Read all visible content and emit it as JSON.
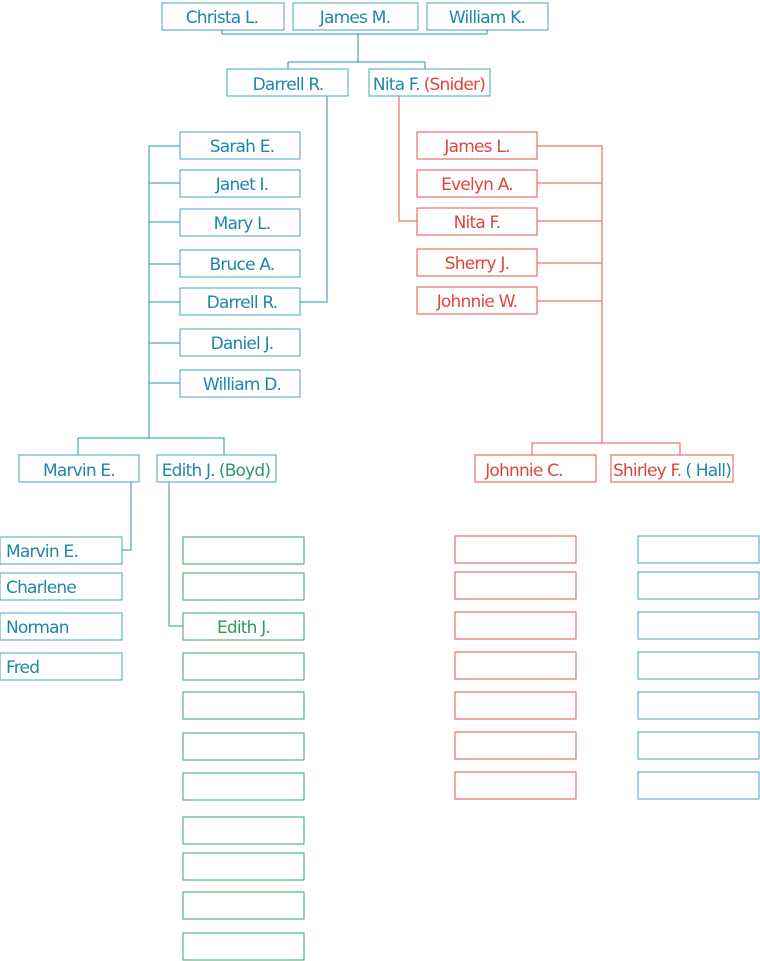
{
  "colors": {
    "teal": "#1f86a8",
    "red": "#e0443e",
    "green": "#2e9a5e"
  },
  "grandparents": {
    "christa": "Christa L.",
    "james": "James M.",
    "william": "William K."
  },
  "parents": {
    "darrell": "Darrell R.",
    "nita": "Nita F.",
    "nita_maiden": "(Snider)"
  },
  "darrell_siblings": [
    "Sarah E.",
    "Janet I.",
    "Mary L.",
    "Bruce A.",
    "Darrell R.",
    "Daniel J.",
    "William D."
  ],
  "nita_siblings": [
    "James L.",
    "Evelyn A.",
    "Nita F.",
    "Sherry J.",
    "Johnnie W."
  ],
  "couple_left": {
    "marvin": "Marvin E.",
    "edith": "Edith J.",
    "edith_maiden": "(Boyd)"
  },
  "couple_right": {
    "johnnie": "Johnnie C.",
    "shirley": "Shirley F.",
    "shirley_maiden": "( Hall)"
  },
  "marvin_siblings": [
    "Marvin E.",
    "Charlene",
    "Norman",
    "Fred"
  ],
  "edith_siblings": [
    "",
    "",
    "Edith J.",
    "",
    "",
    "",
    "",
    "",
    "",
    "",
    ""
  ],
  "johnnie_siblings": [
    "",
    "",
    "",
    "",
    "",
    "",
    ""
  ],
  "shirley_siblings": [
    "",
    "",
    "",
    "",
    "",
    "",
    ""
  ]
}
